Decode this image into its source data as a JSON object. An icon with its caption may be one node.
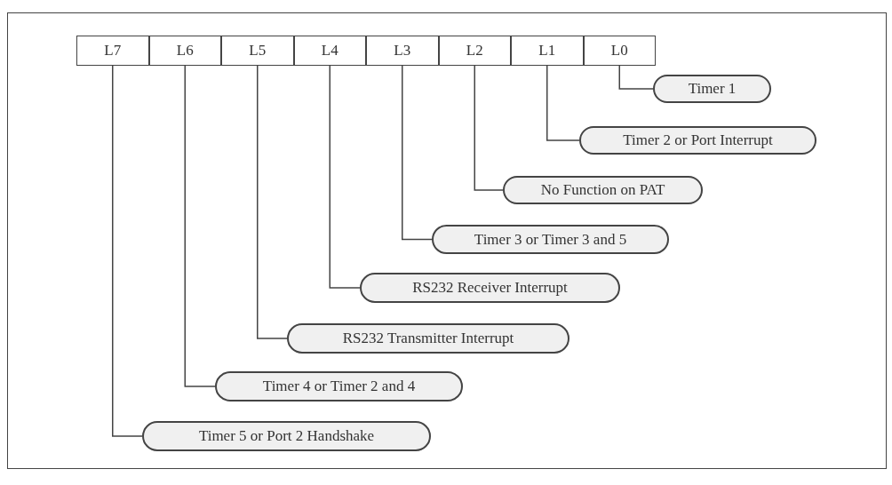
{
  "diagram": {
    "nodes": [
      {
        "text": [
          "L7"
        ]
      },
      {
        "text": [
          "L6"
        ]
      },
      {
        "text": [
          "L5"
        ]
      },
      {
        "text": [
          "L4"
        ]
      },
      {
        "text": [
          "L3"
        ]
      },
      {
        "text": [
          "L2"
        ]
      },
      {
        "text": [
          "L1"
        ]
      },
      {
        "text": [
          "L0"
        ]
      },
      {
        "text": [
          "Timer 1"
        ]
      },
      {
        "text": [
          "Timer 2 or Port Interrupt"
        ]
      },
      {
        "text": [
          "No Function on PAT"
        ]
      },
      {
        "text": [
          "Timer 3 or Timer 3 and 5"
        ]
      },
      {
        "text": [
          "RS232 Receiver Interrupt"
        ]
      },
      {
        "text": [
          "RS232 Transmitter Interrupt"
        ]
      },
      {
        "text": [
          "Timer 4 or Timer 2 and 4"
        ]
      },
      {
        "text": [
          "Timer 5 or Port 2 Handshake"
        ]
      }
    ],
    "edges": [
      {
        "from": 7,
        "to": 8,
        "arrow": "none"
      },
      {
        "from": 6,
        "to": 9,
        "arrow": "none"
      },
      {
        "from": 5,
        "to": 10,
        "arrow": "none"
      },
      {
        "from": 4,
        "to": 11,
        "arrow": "none"
      },
      {
        "from": 3,
        "to": 12,
        "arrow": "none"
      },
      {
        "from": 2,
        "to": 13,
        "arrow": "none"
      },
      {
        "from": 1,
        "to": 14,
        "arrow": "none"
      },
      {
        "from": 0,
        "to": 15,
        "arrow": "none"
      }
    ]
  }
}
